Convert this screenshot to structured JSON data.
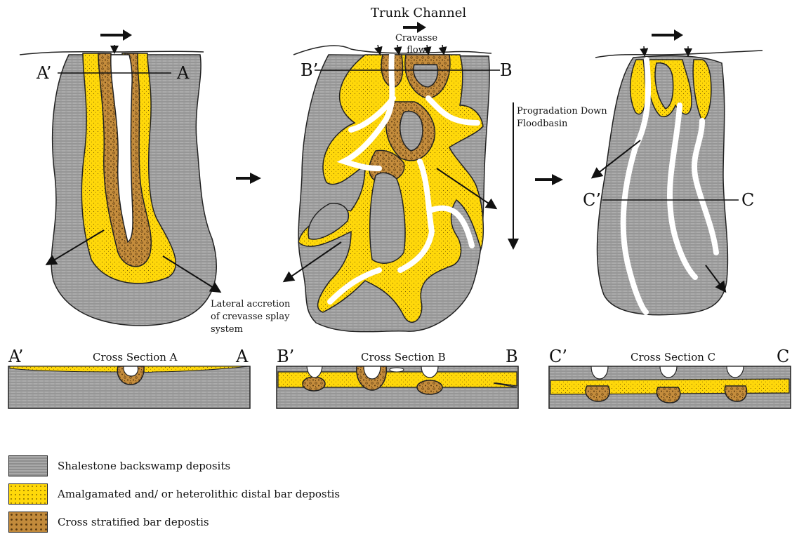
{
  "title": "Trunk Channel",
  "flow_label": "Cravasse flow",
  "progradation_label": "Progradation Down Floodbasin",
  "lateral_label": "Lateral accretion of crevasse splay system",
  "sections": {
    "a": {
      "left": "A’",
      "right": "A",
      "title": "Cross Section A"
    },
    "b": {
      "left": "B’",
      "right": "B",
      "title": "Cross Section B"
    },
    "c": {
      "left": "C’",
      "right": "C",
      "title": "Cross Section C"
    }
  },
  "legend": [
    {
      "label": "Shalestone backswamp deposits",
      "color": "#9e9e9e"
    },
    {
      "label": "Amalgamated and/ or heterolithic distal bar depostis",
      "color": "#ffd80a"
    },
    {
      "label": "Cross stratified bar depostis",
      "color": "#c28a3b"
    }
  ],
  "colors": {
    "shale": "#9e9e9e",
    "bar": "#ffd80a",
    "cross": "#c28a3b",
    "channel": "#ffffff"
  }
}
